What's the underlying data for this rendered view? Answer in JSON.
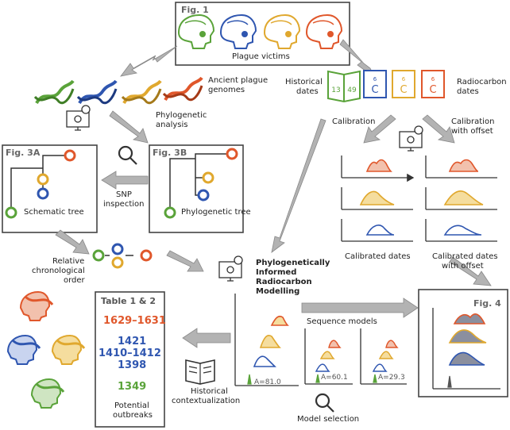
{
  "figures": {
    "fig1": "Fig. 1",
    "fig3a": "Fig. 3A",
    "fig3b": "Fig. 3B",
    "fig4": "Fig. 4"
  },
  "labels": {
    "plague_victims": "Plague victims",
    "ancient_genomes_1": "Ancient plague",
    "ancient_genomes_2": "genomes",
    "phylo_analysis_1": "Phylogenetic",
    "phylo_analysis_2": "analysis",
    "historical_dates_1": "Historical",
    "historical_dates_2": "dates",
    "radiocarbon_dates_1": "Radiocarbon",
    "radiocarbon_dates_2": "dates",
    "calibration": "Calibration",
    "calibration_offset_1": "Calibration",
    "calibration_offset_2": "with offset",
    "snp_1": "SNP",
    "snp_2": "inspection",
    "schematic_tree": "Schematic tree",
    "phylogenetic_tree": "Phylogenetic tree",
    "relative_1": "Relative",
    "relative_2": "chronological",
    "relative_3": "order",
    "calibrated_dates": "Calibrated dates",
    "calibrated_offset_1": "Calibrated dates",
    "calibrated_offset_2": "with offset",
    "pirm": [
      "Phylogenetically",
      "Informed",
      "Radiocarbon",
      "Modelling"
    ],
    "sequence_models": "Sequence models",
    "model_selection": "Model selection",
    "historical_context_1": "Historical",
    "historical_context_2": "contextualization",
    "table_title": "Table 1 & 2",
    "potential_1": "Potential",
    "potential_2": "outbreaks",
    "a_main": "A=81.0",
    "a_mid": "A=60.1",
    "a_right": "A=29.3",
    "book_left": "13",
    "book_right": "49",
    "c14_num": "6",
    "c14_sym": "C"
  },
  "dates": {
    "orange": "1629–1631",
    "blue": [
      "1421",
      "1410–1412",
      "1398"
    ],
    "green": "1349"
  },
  "colors": {
    "green": "#5aa33a",
    "blue": "#2f56b0",
    "yellow": "#e0a82e",
    "orange": "#e0572b",
    "gray_arrow": "#a8a8a8",
    "dark": "#333333"
  }
}
